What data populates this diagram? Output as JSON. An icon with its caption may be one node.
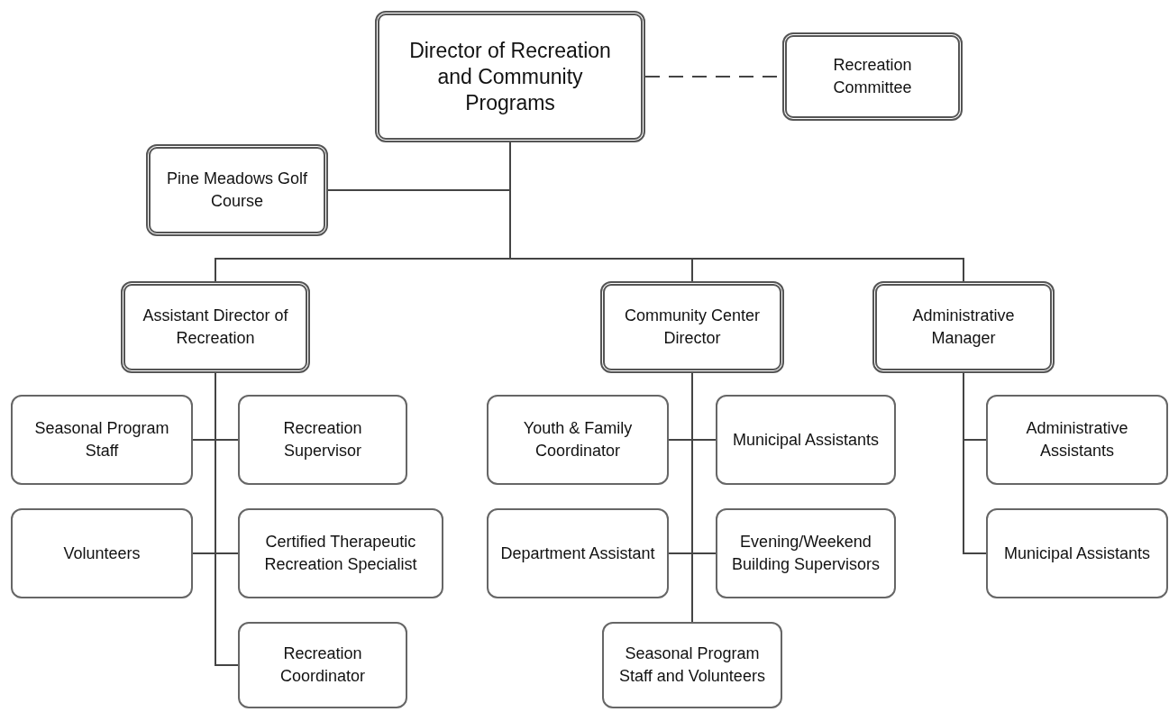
{
  "diagram": {
    "nodes": [
      {
        "text": [
          "Director of Recreation and Community Programs"
        ]
      },
      {
        "text": [
          "Recreation Committee"
        ]
      },
      {
        "text": [
          "Pine Meadows Golf Course"
        ]
      },
      {
        "text": [
          "Assistant Director of Recreation"
        ]
      },
      {
        "text": [
          "Community Center Director"
        ]
      },
      {
        "text": [
          "Administrative Manager"
        ]
      },
      {
        "text": [
          "Seasonal Program Staff"
        ]
      },
      {
        "text": [
          "Recreation Supervisor"
        ]
      },
      {
        "text": [
          "Volunteers"
        ]
      },
      {
        "text": [
          "Certified Therapeutic Recreation Specialist"
        ]
      },
      {
        "text": [
          "Recreation Coordinator"
        ]
      },
      {
        "text": [
          "Youth & Family Coordinator"
        ]
      },
      {
        "text": [
          "Municipal Assistants"
        ]
      },
      {
        "text": [
          "Department Assistant"
        ]
      },
      {
        "text": [
          "Evening/Weekend Building Supervisors"
        ]
      },
      {
        "text": [
          "Seasonal Program Staff and Volunteers"
        ]
      },
      {
        "text": [
          "Administrative Assistants"
        ]
      },
      {
        "text": [
          "Municipal Assistants"
        ]
      }
    ],
    "edges": [
      {
        "from": 0,
        "to": 1,
        "arrow": "none",
        "style": "dashed"
      },
      {
        "from": 0,
        "to": 2,
        "arrow": "none"
      },
      {
        "from": 0,
        "to": 3,
        "arrow": "none"
      },
      {
        "from": 0,
        "to": 4,
        "arrow": "none"
      },
      {
        "from": 0,
        "to": 5,
        "arrow": "none"
      },
      {
        "from": 3,
        "to": 6,
        "arrow": "none"
      },
      {
        "from": 3,
        "to": 7,
        "arrow": "none"
      },
      {
        "from": 3,
        "to": 8,
        "arrow": "none"
      },
      {
        "from": 3,
        "to": 9,
        "arrow": "none"
      },
      {
        "from": 3,
        "to": 10,
        "arrow": "none"
      },
      {
        "from": 4,
        "to": 11,
        "arrow": "none"
      },
      {
        "from": 4,
        "to": 12,
        "arrow": "none"
      },
      {
        "from": 4,
        "to": 13,
        "arrow": "none"
      },
      {
        "from": 4,
        "to": 14,
        "arrow": "none"
      },
      {
        "from": 4,
        "to": 15,
        "arrow": "none"
      },
      {
        "from": 5,
        "to": 16,
        "arrow": "none"
      },
      {
        "from": 5,
        "to": 17,
        "arrow": "none"
      }
    ]
  }
}
